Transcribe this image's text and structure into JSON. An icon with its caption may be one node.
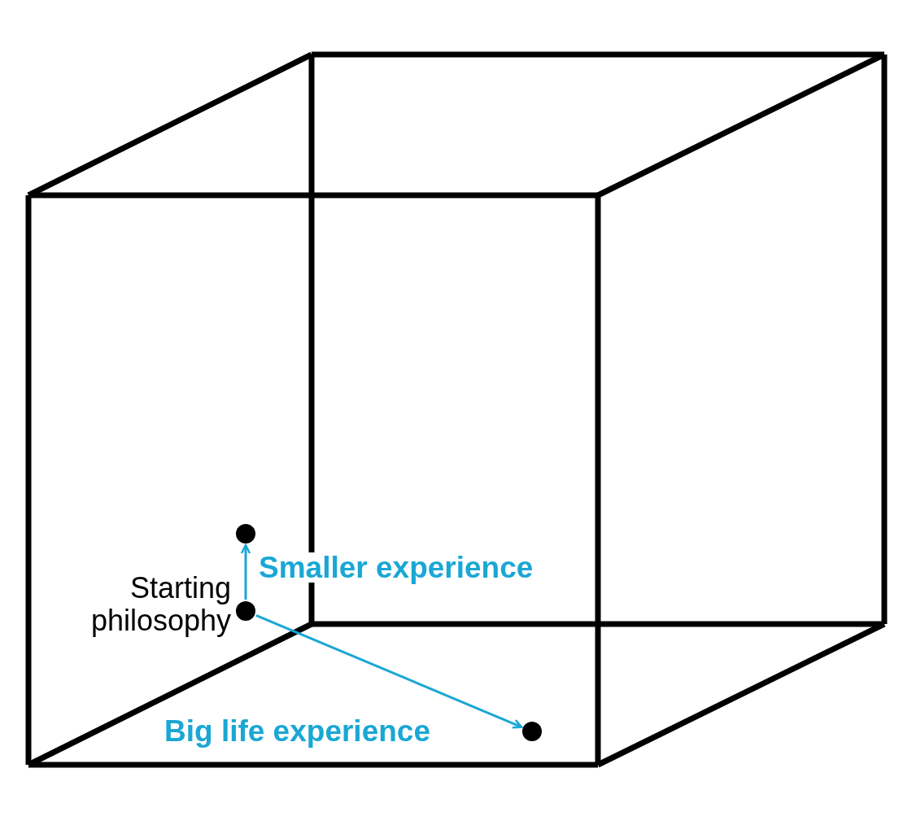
{
  "diagram": {
    "nodes": [
      {
        "text": [],
        "shape": "circle"
      },
      {
        "text": [],
        "shape": "circle",
        "beside": [
          "Starting philosophy"
        ]
      },
      {
        "text": [],
        "shape": "circle"
      }
    ],
    "edges": [
      {
        "from": 1,
        "to": 0,
        "arrow": "to",
        "label": "Smaller experience"
      },
      {
        "from": 1,
        "to": 2,
        "arrow": "to",
        "label": "Big life experience"
      }
    ]
  }
}
